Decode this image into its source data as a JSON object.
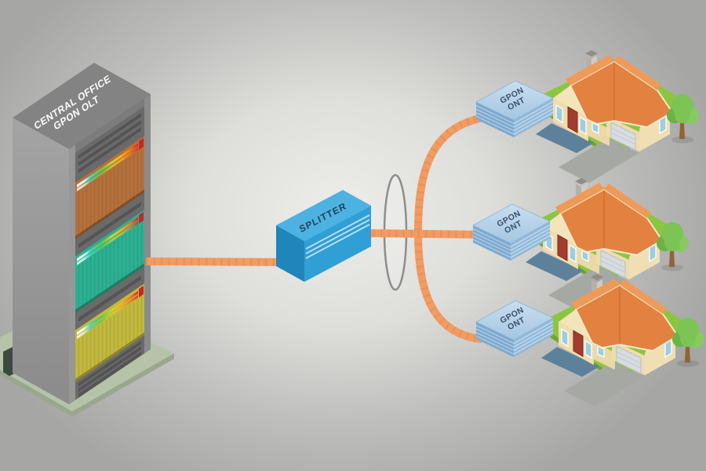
{
  "diagram": {
    "type": "network-topology",
    "subject": "GPON fiber optic network",
    "nodes": [
      {
        "id": "olt",
        "label": "CENTRAL OFFICE GPON OLT",
        "kind": "central-office-rack"
      },
      {
        "id": "splitter",
        "label": "SPLITTER",
        "kind": "optical-splitter"
      },
      {
        "id": "ont1",
        "label": "GPON ONT",
        "kind": "optical-network-terminal",
        "premise": "house"
      },
      {
        "id": "ont2",
        "label": "GPON ONT",
        "kind": "optical-network-terminal",
        "premise": "house"
      },
      {
        "id": "ont3",
        "label": "GPON ONT",
        "kind": "optical-network-terminal",
        "premise": "house"
      }
    ],
    "edges": [
      {
        "from": "olt",
        "to": "splitter",
        "medium": "fiber"
      },
      {
        "from": "splitter",
        "to": "ont1",
        "medium": "fiber"
      },
      {
        "from": "splitter",
        "to": "ont2",
        "medium": "fiber"
      },
      {
        "from": "splitter",
        "to": "ont3",
        "medium": "fiber"
      }
    ]
  },
  "labels": {
    "rack_line1": "CENTRAL OFFICE",
    "rack_line2": "GPON OLT",
    "splitter": "SPLITTER",
    "onts": [
      {
        "line1": "GPON",
        "line2": "ONT"
      },
      {
        "line1": "GPON",
        "line2": "ONT"
      },
      {
        "line1": "GPON",
        "line2": "ONT"
      }
    ]
  },
  "palette": {
    "background_outer": "#a6a6a4",
    "background_inner": "#ededea",
    "fiber_cable": "#f09c63",
    "rack_body": "#8e8e8e",
    "rack_front": "#6a6a6a",
    "line_card_orange": "#b5713c",
    "line_card_teal": "#2cb193",
    "line_card_yellow": "#c2b93f",
    "splitter_top": "#4cb2e2",
    "splitter_side": "#2f9fd6",
    "splitter_dark": "#1f85bb",
    "ont_top": "#b7d3ea",
    "ont_side": "#7ea9cf",
    "lawn_green": "#8cc63f",
    "roof_orange": "#e28140",
    "wall_cream": "#efddae",
    "door_maroon": "#a13d2e",
    "window_blue": "#9ccde0",
    "platform_sage": "#b6c3a9",
    "lens_stroke": "#8d8d8d"
  }
}
